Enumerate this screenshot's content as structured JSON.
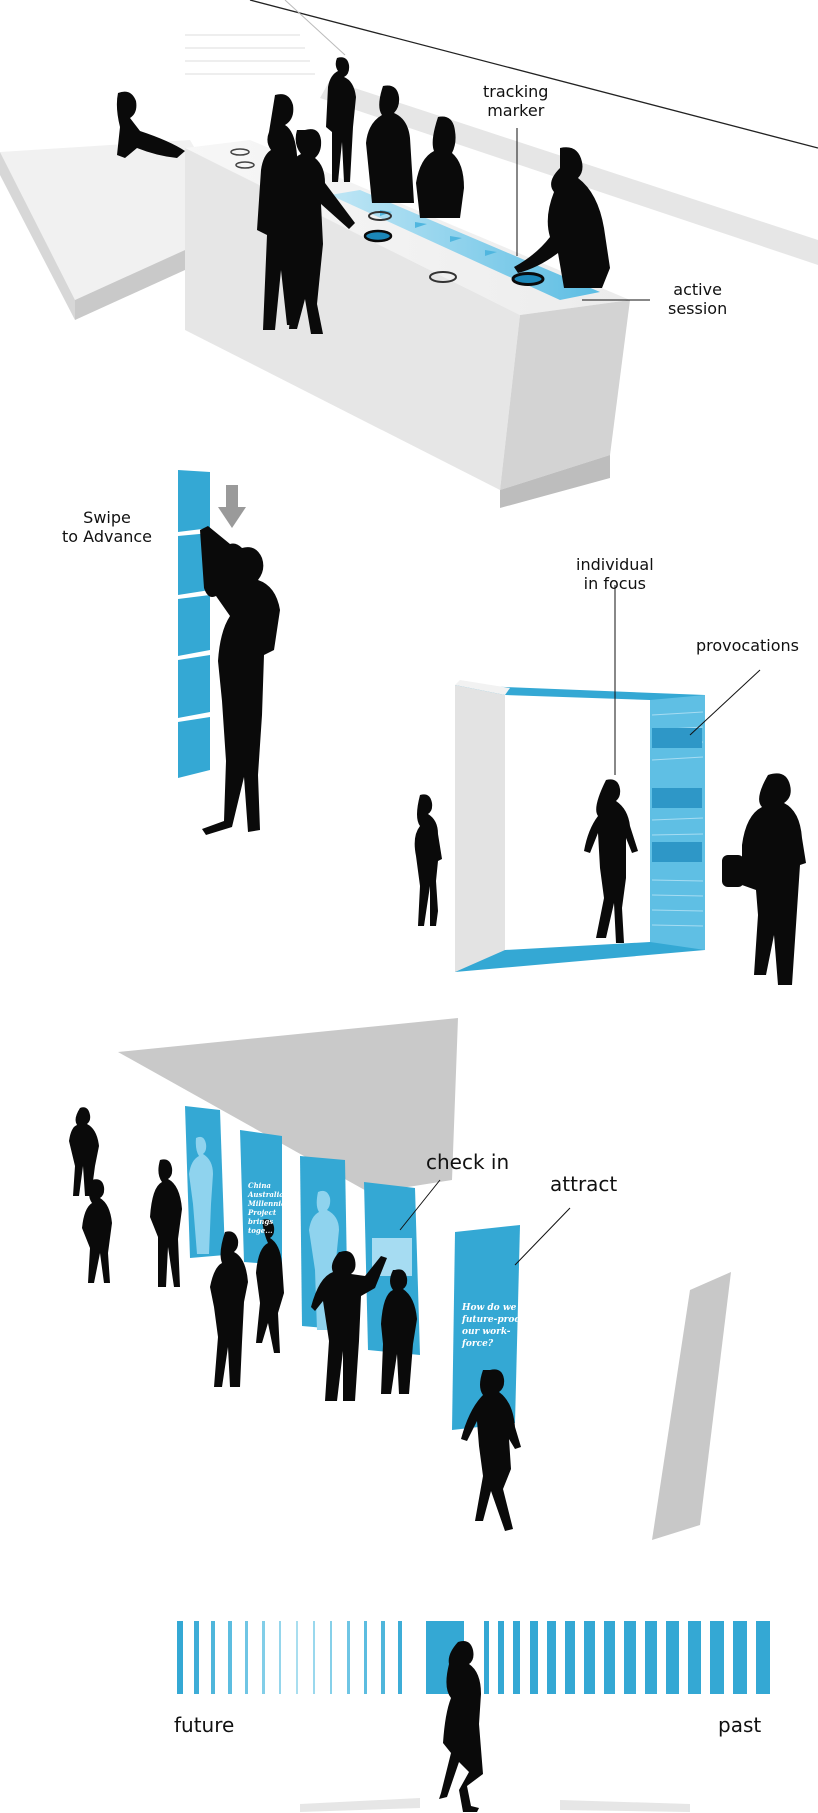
{
  "labels": {
    "tracking_marker": "tracking\nmarker",
    "active_session": "active\nsession",
    "swipe_to_advance": "Swipe\nto Advance",
    "individual_in_focus": "individual\nin focus",
    "provocations": "provocations",
    "check_in": "check in",
    "attract": "attract",
    "future": "future",
    "past": "past"
  },
  "panels": {
    "attract_question": [
      "How do we",
      "future-proof",
      "our work-",
      "force?"
    ],
    "china_panel": [
      "China",
      "Australia",
      "Millennial",
      "Project",
      "brings",
      "toge..."
    ]
  },
  "colors": {
    "accent_blue": "#34a8d4",
    "light_blue": "#9fdaf0",
    "grey_surface": "#cfcfcf",
    "silhouette": "#0a0a0a"
  }
}
